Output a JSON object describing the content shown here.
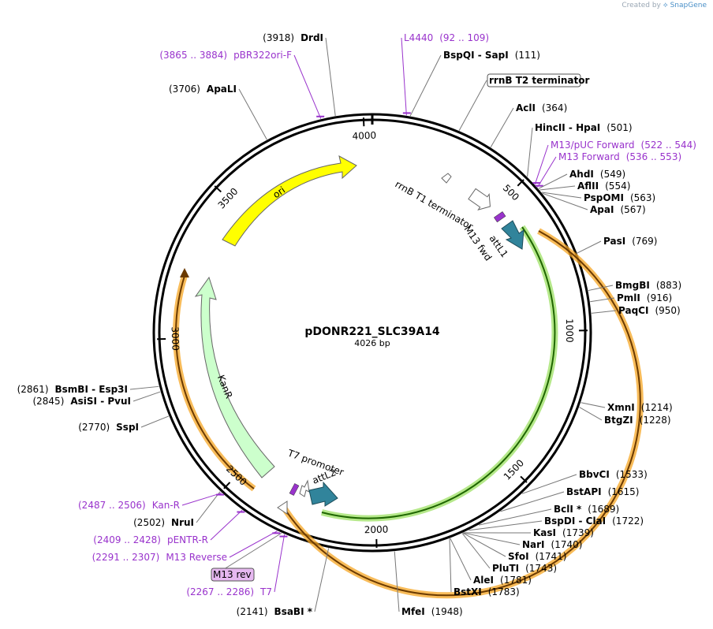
{
  "credit": {
    "created_by": "Created by",
    "brand": "SnapGene"
  },
  "plasmid": {
    "name": "pDONR221_SLC39A14",
    "length_label": "4026 bp",
    "length": 4026
  },
  "ticks": [
    {
      "pos": 500,
      "label": "500"
    },
    {
      "pos": 1000,
      "label": "1000"
    },
    {
      "pos": 1500,
      "label": "1500"
    },
    {
      "pos": 2000,
      "label": "2000"
    },
    {
      "pos": 2500,
      "label": "2500"
    },
    {
      "pos": 3000,
      "label": "3000"
    },
    {
      "pos": 3500,
      "label": "3500"
    },
    {
      "pos": 4000,
      "label": "4000"
    }
  ],
  "sites": [
    {
      "name": "DrdI",
      "num": "(3918)",
      "pos": 3918,
      "side": "L",
      "purple": false
    },
    {
      "name": "pBR322ori-F",
      "num": "(3865 .. 3884)",
      "pos": 3875,
      "side": "L",
      "purple": true
    },
    {
      "name": "ApaLI",
      "num": "(3706)",
      "pos": 3706,
      "side": "L",
      "purple": false
    },
    {
      "name": "L4440",
      "num": "(92 .. 109)",
      "pos": 100,
      "side": "R",
      "purple": true
    },
    {
      "name": "BspQI - SapI",
      "num": "(111)",
      "pos": 111,
      "side": "R",
      "purple": false
    },
    {
      "name": "rrnB T2 terminator",
      "num": "",
      "pos": 260,
      "side": "R",
      "purple": false
    },
    {
      "name": "AclI",
      "num": "(364)",
      "pos": 364,
      "side": "R",
      "purple": false
    },
    {
      "name": "HincII - HpaI",
      "num": "(501)",
      "pos": 501,
      "side": "R",
      "purple": false
    },
    {
      "name": "M13/pUC Forward",
      "num": "(522 .. 544)",
      "pos": 533,
      "side": "R",
      "purple": true
    },
    {
      "name": "M13 Forward",
      "num": "(536 .. 553)",
      "pos": 544,
      "side": "R",
      "purple": true
    },
    {
      "name": "AhdI",
      "num": "(549)",
      "pos": 549,
      "side": "R",
      "purple": false
    },
    {
      "name": "AflII",
      "num": "(554)",
      "pos": 554,
      "side": "R",
      "purple": false
    },
    {
      "name": "PspOMI",
      "num": "(563)",
      "pos": 563,
      "side": "R",
      "purple": false
    },
    {
      "name": "ApaI",
      "num": "(567)",
      "pos": 567,
      "side": "R",
      "purple": false
    },
    {
      "name": "PasI",
      "num": "(769)",
      "pos": 769,
      "side": "R",
      "purple": false
    },
    {
      "name": "BmgBI",
      "num": "(883)",
      "pos": 883,
      "side": "R",
      "purple": false
    },
    {
      "name": "PmlI",
      "num": "(916)",
      "pos": 916,
      "side": "R",
      "purple": false
    },
    {
      "name": "PaqCI",
      "num": "(950)",
      "pos": 950,
      "side": "R",
      "purple": false
    },
    {
      "name": "XmnI",
      "num": "(1214)",
      "pos": 1214,
      "side": "R",
      "purple": false
    },
    {
      "name": "BtgZI",
      "num": "(1228)",
      "pos": 1228,
      "side": "R",
      "purple": false
    },
    {
      "name": "BbvCI",
      "num": "(1533)",
      "pos": 1533,
      "side": "R",
      "purple": false
    },
    {
      "name": "BstAPI",
      "num": "(1615)",
      "pos": 1615,
      "side": "R",
      "purple": false
    },
    {
      "name": "BclI *",
      "num": "(1689)",
      "pos": 1689,
      "side": "R",
      "purple": false
    },
    {
      "name": "BspDI - ClaI",
      "num": "(1722)",
      "pos": 1722,
      "side": "R",
      "purple": false
    },
    {
      "name": "KasI",
      "num": "(1739)",
      "pos": 1739,
      "side": "R",
      "purple": false
    },
    {
      "name": "NarI",
      "num": "(1740)",
      "pos": 1740,
      "side": "R",
      "purple": false
    },
    {
      "name": "SfoI",
      "num": "(1741)",
      "pos": 1741,
      "side": "R",
      "purple": false
    },
    {
      "name": "PluTI",
      "num": "(1743)",
      "pos": 1743,
      "side": "R",
      "purple": false
    },
    {
      "name": "AleI",
      "num": "(1781)",
      "pos": 1781,
      "side": "R",
      "purple": false
    },
    {
      "name": "BstXI",
      "num": "(1783)",
      "pos": 1783,
      "side": "R",
      "purple": false
    },
    {
      "name": "MfeI",
      "num": "(1948)",
      "pos": 1948,
      "side": "R",
      "purple": false
    },
    {
      "name": "BsaBI *",
      "num": "(2141)",
      "pos": 2141,
      "side": "L",
      "purple": false
    },
    {
      "name": "T7",
      "num": "(2267 .. 2286)",
      "pos": 2276,
      "side": "L",
      "purple": true
    },
    {
      "name": "M13 rev",
      "num": "",
      "pos": 2285,
      "side": "L",
      "purple": false
    },
    {
      "name": "M13 Reverse",
      "num": "(2291 .. 2307)",
      "pos": 2299,
      "side": "L",
      "purple": true
    },
    {
      "name": "pENTR-R",
      "num": "(2409 .. 2428)",
      "pos": 2418,
      "side": "L",
      "purple": true
    },
    {
      "name": "NruI",
      "num": "(2502)",
      "pos": 2502,
      "side": "L",
      "purple": false
    },
    {
      "name": "Kan-R",
      "num": "(2487 .. 2506)",
      "pos": 2496,
      "side": "L",
      "purple": true
    },
    {
      "name": "SspI",
      "num": "(2770)",
      "pos": 2770,
      "side": "L",
      "purple": false
    },
    {
      "name": "AsiSI - PvuI",
      "num": "(2845)",
      "pos": 2845,
      "side": "L",
      "purple": false
    },
    {
      "name": "BsmBI - Esp3I",
      "num": "(2861)",
      "pos": 2861,
      "side": "L",
      "purple": false
    }
  ],
  "features": [
    {
      "name": "ori",
      "label": "ori",
      "color": "#ffff00"
    },
    {
      "name": "KanR",
      "label": "KanR",
      "color": "#ccffcc"
    },
    {
      "name": "rrnB T1 terminator",
      "label": "rrnB T1 terminator",
      "color": "#ffffff"
    },
    {
      "name": "attL1",
      "label": "attL1",
      "color": "#31849b"
    },
    {
      "name": "M13 fwd",
      "label": "M13 fwd",
      "color": "#9933cc"
    },
    {
      "name": "T7 promoter",
      "label": "T7 promoter",
      "color": "#ffffff"
    },
    {
      "name": "attL2",
      "label": "attL2",
      "color": "#31849b"
    },
    {
      "name": "insert-green",
      "label": "",
      "color": "#339900"
    },
    {
      "name": "insert-orange",
      "label": "",
      "color": "#f5a623"
    }
  ]
}
